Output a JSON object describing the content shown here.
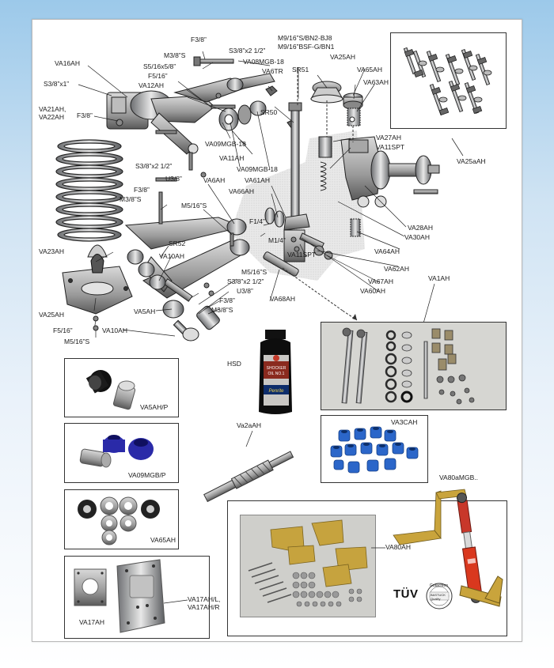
{
  "colors": {
    "background_top": "#9cc9ea",
    "paper": "#ffffff",
    "steel": "#8d8f92",
    "dark_steel": "#3a3b3d",
    "poly_blue": "#3b3fb8",
    "bright_blue": "#2a66c8",
    "spring_red": "#d9381e",
    "bracket_yellow": "#c6a33e"
  },
  "diagram_labels": {
    "f38_top": "F3/8”",
    "s38x12_top": "S3/8”x2 1/2”",
    "m38s_top": "M3/8”S",
    "va08mgb18": "VA08MGB-18",
    "va6tr": "VA6TR",
    "m916s": "M9/16”S/BN2-BJ8",
    "m916bsf": "M9/16”BSF-G/BN1",
    "va25ah_top": "VA25AH",
    "va65ah_top": "VA65AH",
    "va63ah": "VA63AH",
    "va16ah": "VA16AH",
    "s5_16x5_8": "S5/16x5/8”",
    "f5_16_top": "F5/16”",
    "va12ah": "VA12AH",
    "s38x1": "S3/8”x1”",
    "va21_22": "VA21AH,\nVA22AH",
    "f38_left": "F3/8”",
    "sr51": "SR51",
    "sr50": "SR50",
    "va09mgb18_a": "VA09MGB-18",
    "va11ah": "VA11AH",
    "va09mgb18_b": "VA09MGB-18",
    "va27ah": "VA27AH",
    "va11spt_top": "VA11SPT",
    "va25aah": "VA25aAH",
    "s38x12_mid": "S3/8”x2 1/2”",
    "u38_mid": "U3/8”",
    "f38_mid": "F3/8”",
    "m38s_mid": "M3/8”S",
    "va6ah": "VA6AH",
    "va66ah": "VA66AH",
    "va61ah": "VA61AH",
    "m516s_mid": "M5/16”S",
    "f14": "F1/4”",
    "m14": "M1/4”",
    "va28ah": "VA28AH",
    "va30ah": "VA30AH",
    "va64ah": "VA64AH",
    "sr52": "SR52",
    "va10ah_mid": "VA10AH",
    "va23ah": "VA23AH",
    "va11spt_low": "VA11SPT",
    "va62ah": "VA62AH",
    "va67ah": "VA67AH",
    "va60ah": "VA60AH",
    "m516s_low": "M5/16”S",
    "s38x12_low": "S3/8”x2 1/2”",
    "u38_low": "U3/8”",
    "va68ah": "VA68AH",
    "va25ah_left": "VA25AH",
    "f516_left": "F5/16”",
    "m516s_left": "M5/16”S",
    "va5ah": "VA5AH",
    "f38_low": "F3/8”",
    "m38s_low": "M3/8”S",
    "va10ah_low": "VA10AH"
  },
  "products": {
    "va1ah": "VA1AH",
    "hsd": "HSD",
    "va5ahp": "VA5AH/P",
    "va09mgbp": "VA09MGB/P",
    "va2aah": "Va2aAH",
    "va3cah": "VA3CAH",
    "va65ah": "VA65AH",
    "va80amgb": "VA80aMGB..",
    "va80ah": "VA80AH",
    "va17ah": "VA17AH",
    "va17ahlr": "VA17AH/L,\nVA17AH/R"
  },
  "bottle": {
    "brand": "SHOCKER\nOIL NO.1",
    "sub": "Penrite"
  },
  "tuv": {
    "mark": "TÜV",
    "badge": "Gutachten",
    "sub": "BASTUCK\nQuality"
  }
}
